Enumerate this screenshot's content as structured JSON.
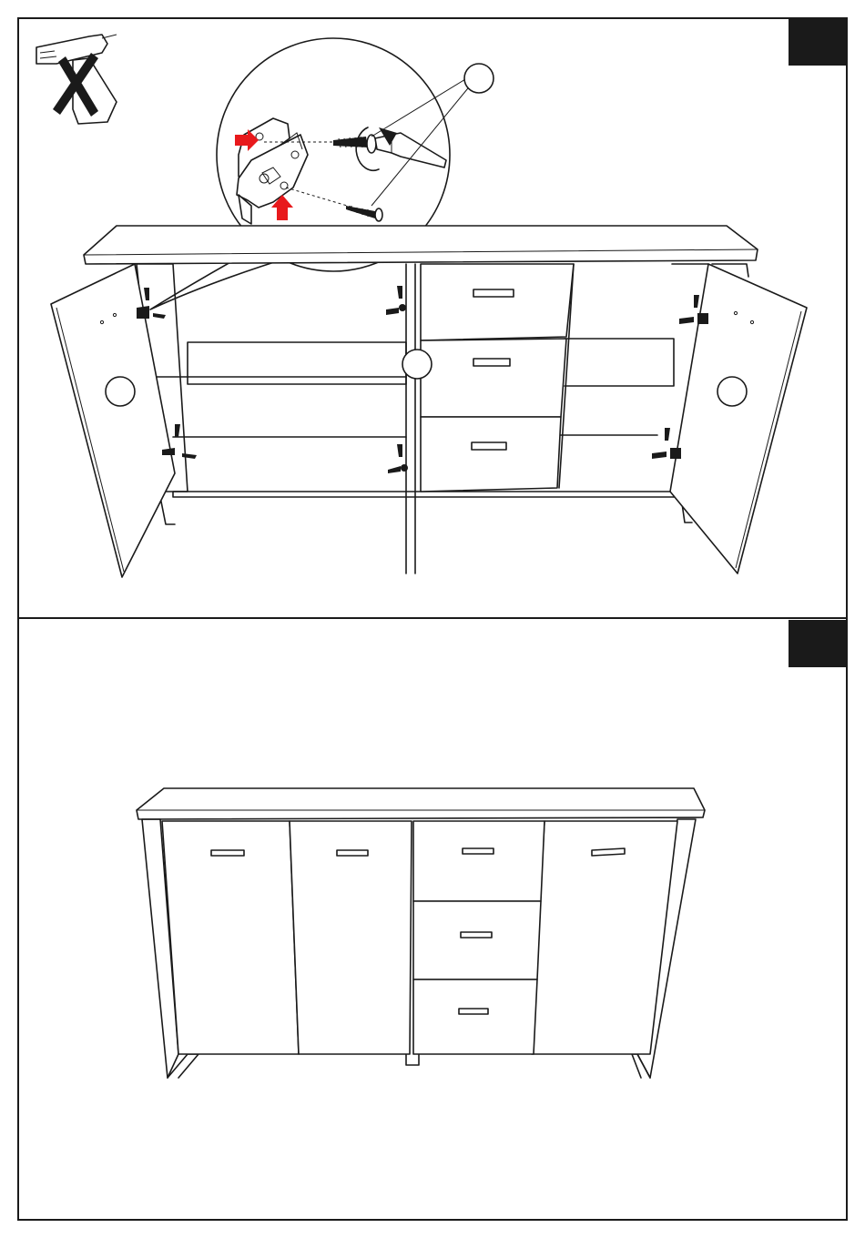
{
  "page": {
    "step_tabs": [
      "",
      ""
    ]
  },
  "step_one": {
    "tool_warning_icon": "no-power-drill-icon",
    "callouts": [
      "",
      "",
      "",
      ""
    ],
    "parts": [
      "hinge",
      "screw",
      "screwdriver"
    ]
  },
  "step_two": {
    "result": "assembled-sideboard"
  },
  "colors": {
    "line": "#1a1a1a",
    "accent_arrow": "#e8191c",
    "background": "#ffffff"
  }
}
